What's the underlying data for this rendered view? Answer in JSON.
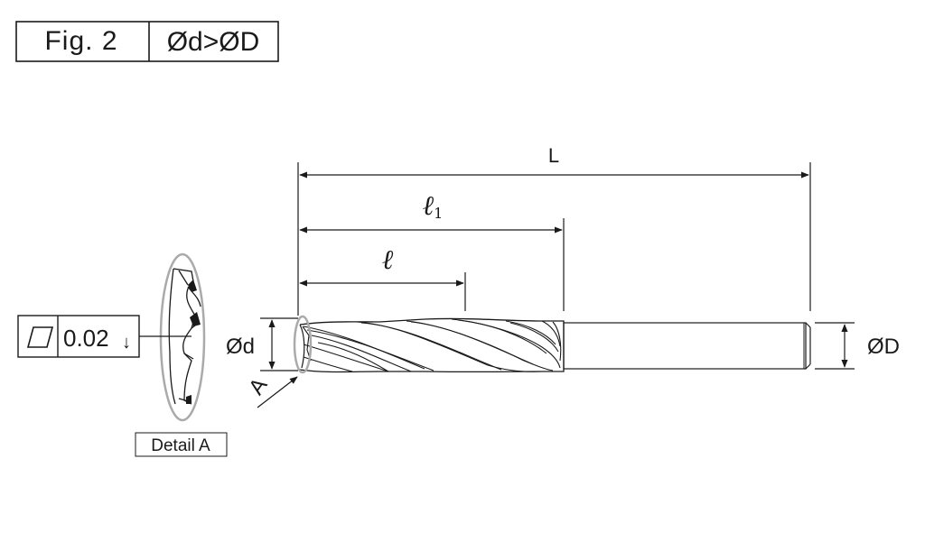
{
  "header": {
    "fig_label": "Fig. 2",
    "condition": "Ød>ØD"
  },
  "dimensions": {
    "overall_length": "L",
    "flute_length_symbol": "ℓ",
    "flute_length_sub": "1",
    "length_below_shank": "ℓ",
    "cutting_diameter": "Ød",
    "shank_diameter": "ØD",
    "detail_marker": "A"
  },
  "tolerance_frame": {
    "symbol": "flatness-icon",
    "value": "0.02",
    "arrow": "↓"
  },
  "detail_caption": "Detail A"
}
